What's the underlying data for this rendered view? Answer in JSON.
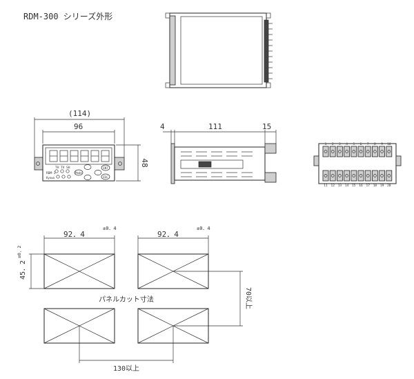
{
  "title": "RDM-300 シリーズ外形",
  "front_view": {
    "dim_overall": "(114)",
    "dim_width": "96",
    "dim_height": "48",
    "display_digits": "888888",
    "indicator_labels": [
      "TH",
      "TV",
      "SH"
    ],
    "key_labels": [
      "Mode",
      "ENT",
      "ESC"
    ],
    "brand_marks": [
      "RDM-3",
      "Kyowa"
    ]
  },
  "side_view": {
    "dim_left": "4",
    "dim_mid": "111",
    "dim_right": "15"
  },
  "rear_view": {
    "terminals_top": [
      "1",
      "2",
      "3",
      "4",
      "5",
      "6",
      "7",
      "8",
      "9",
      "10"
    ],
    "terminals_bottom": [
      "11",
      "12",
      "13",
      "14",
      "15",
      "16",
      "17",
      "18",
      "19",
      "20"
    ]
  },
  "panel_cut": {
    "label": "パネルカット寸法",
    "dim_width_left": "92．4",
    "dim_width_right": "92．4",
    "tol_width": "±0．4",
    "dim_height": "45．2",
    "tol_height": "±0．2",
    "dim_vertical_pitch": "70以上",
    "dim_horizontal_pitch": "130以上"
  }
}
